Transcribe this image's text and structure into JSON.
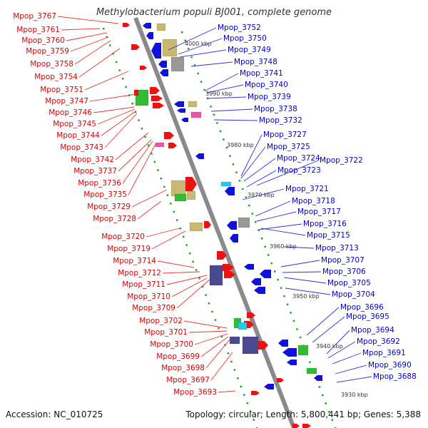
{
  "title": "Methylobacterium populi BJ001, complete genome",
  "footer": {
    "accession": "Accession: NC_010725",
    "topology": "Topology: circular; Length: 5,800,441 bp; Genes: 5,388"
  },
  "colors": {
    "left_label": "#dd0000",
    "right_label": "#0000cc",
    "leader_left": "#ee3333",
    "leader_right": "#3333dd",
    "backbone": "#8a8a8a",
    "track_dot": "#22a022",
    "gene_red": "#ee1111",
    "gene_blue": "#1111dd",
    "gene_olive": "#c8b870",
    "gene_green": "#33bb33",
    "gene_navy": "#4a4a90",
    "gene_gray": "#999999",
    "gene_pink": "#ee55aa",
    "gene_cyan": "#22ccee"
  },
  "kbp_marks": [
    "4000 kbp",
    "3990 kbp",
    "3980 kbp",
    "3970 kbp",
    "3960 kbp",
    "3950 kbp",
    "3940 kbp",
    "3930 kbp"
  ],
  "left_labels": [
    "Mpop_3767",
    "Mpop_3761",
    "Mpop_3760",
    "Mpop_3759",
    "Mpop_3758",
    "Mpop_3754",
    "Mpop_3751",
    "Mpop_3747",
    "Mpop_3746",
    "Mpop_3745",
    "Mpop_3744",
    "Mpop_3743",
    "Mpop_3742",
    "Mpop_3737",
    "Mpop_3736",
    "Mpop_3735",
    "Mpop_3729",
    "Mpop_3728",
    "Mpop_3720",
    "Mpop_3719",
    "Mpop_3714",
    "Mpop_3712",
    "Mpop_3711",
    "Mpop_3710",
    "Mpop_3709",
    "Mpop_3702",
    "Mpop_3701",
    "Mpop_3700",
    "Mpop_3699",
    "Mpop_3698",
    "Mpop_3697",
    "Mpop_3693"
  ],
  "right_labels": [
    "Mpop_3752",
    "Mpop_3750",
    "Mpop_3749",
    "Mpop_3748",
    "Mpop_3741",
    "Mpop_3740",
    "Mpop_3739",
    "Mpop_3738",
    "Mpop_3732",
    "Mpop_3727",
    "Mpop_3725",
    "Mpop_3724",
    "Mpop_3722",
    "Mpop_3723",
    "Mpop_3721",
    "Mpop_3718",
    "Mpop_3717",
    "Mpop_3716",
    "Mpop_3715",
    "Mpop_3713",
    "Mpop_3707",
    "Mpop_3706",
    "Mpop_3705",
    "Mpop_3704",
    "Mpop_3696",
    "Mpop_3695",
    "Mpop_3694",
    "Mpop_3692",
    "Mpop_3691",
    "Mpop_3690",
    "Mpop_3688"
  ]
}
